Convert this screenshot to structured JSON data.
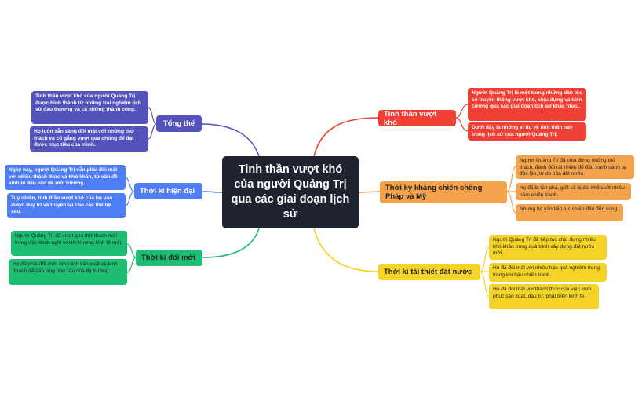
{
  "center": {
    "title": "Tinh thần vượt khó của người Quảng Trị qua các giai đoạn lịch sử"
  },
  "colors": {
    "red": "#ef4035",
    "orange": "#f4a24b",
    "yellow": "#f5d327",
    "purple": "#5452bb",
    "blue": "#4f7df3",
    "green": "#1ebe72",
    "center_bg": "#1f2330"
  },
  "branches": {
    "tinh_than": {
      "label": "Tinh thần vượt khó",
      "leaves": [
        "Người Quảng Trị là một trong những dân tộc có truyền thống vượt khó, chịu đựng và kiên cường qua các giai đoạn lịch sử khác nhau.",
        "Dưới đây là những ví dụ về tinh thần này trong lịch sử của người Quảng Trị:"
      ]
    },
    "khang_chien": {
      "label": "Thời kỳ kháng chiến chống Pháp và Mỹ",
      "leaves": [
        "Người Quảng Trị đã chịu đựng những thử thách, đánh đổi rất nhiều để đấu tranh dành lại độc lập, tự do của đất nước.",
        "Họ đã bị tàn phá, giết và bị đói khổ suốt nhiều năm chiến tranh.",
        "Nhưng họ vẫn tiếp tục chiến đấu đến cùng."
      ]
    },
    "tai_thiet": {
      "label": "Thời kì tái thiết đất nước",
      "leaves": [
        "Người Quảng Trị đã tiếp tục chịu đựng nhiều khó khăn trong quá trình xây dựng đất nước mới.",
        "Họ đã đối mặt với nhiều hậu quả nghiêm trọng trong khi hậu chiến tranh.",
        "Họ đã đối mặt với thách thức của việc khôi phục sản xuất, đầu tư, phát triển kinh tế."
      ]
    },
    "tong_the": {
      "label": "Tổng thể",
      "leaves": [
        "Tinh thần vượt khó của người Quảng Trị được hình thành từ những trải nghiệm lịch sử đau thương và cả những thành công.",
        "Họ luôn sẵn sàng đối mặt với những thử thách và cố gắng vượt qua chúng để đạt được mục tiêu của mình."
      ]
    },
    "hien_dai": {
      "label": "Thời kì hiện đại",
      "leaves": [
        "Ngày nay, người Quảng Trị vẫn phải đối mặt với nhiều thách thức và khó khăn, từ vấn đề kinh tế đến vấn đề môi trường.",
        "Tuy nhiên, tinh thần vượt khó của họ vẫn được duy trì và truyền lại cho các thế hệ sau."
      ]
    },
    "doi_moi": {
      "label": "Thời kì đổi mới",
      "leaves": [
        "Người Quảng Trị đã vượt qua thử thách mới trong việc thích nghi với thị trường kinh tế mới.",
        "Họ đã phải đổi mới, tìm cách sản xuất và kinh doanh để đáp ứng nhu cầu của thị trường."
      ]
    }
  }
}
